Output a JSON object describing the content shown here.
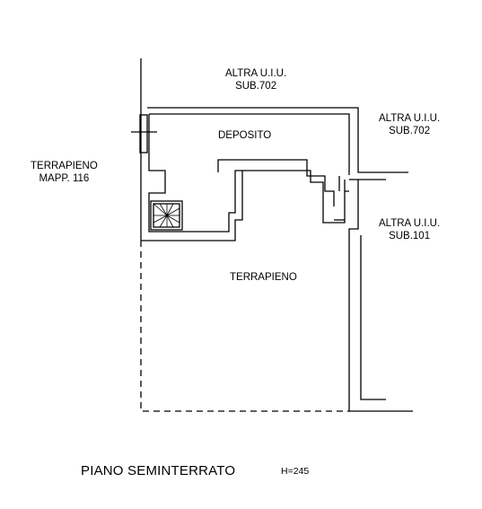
{
  "labels": {
    "north": [
      "ALTRA U.I.U.",
      "SUB.702"
    ],
    "east_upper": [
      "ALTRA U.I.U.",
      "SUB.702"
    ],
    "east_lower": [
      "ALTRA U.I.U.",
      "SUB.101"
    ],
    "west": [
      "TERRAPIENO",
      "MAPP. 116"
    ],
    "deposito": "DEPOSITO",
    "terrapieno": "TERRAPIENO"
  },
  "footer": {
    "title": "PIANO SEMINTERRATO",
    "height": "H=245"
  }
}
